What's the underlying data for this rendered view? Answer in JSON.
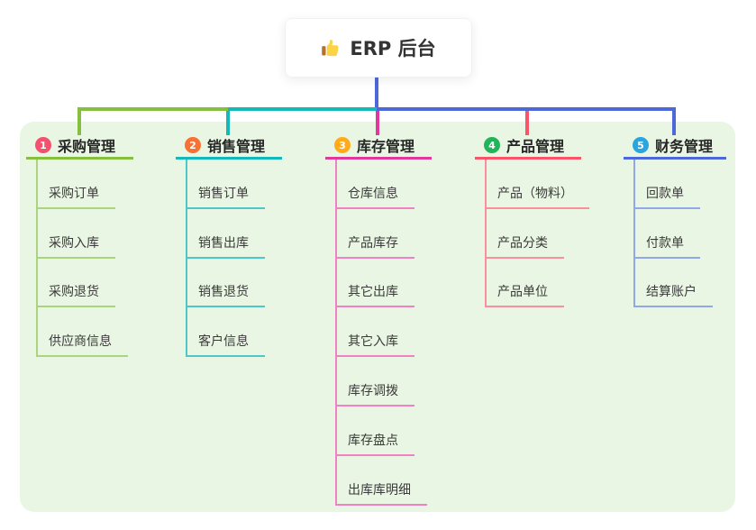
{
  "root": {
    "label": "ERP 后台",
    "icon": "thumbs-up-icon"
  },
  "colors": {
    "panel_bg": "#e9f6e3",
    "root_card_bg": "#ffffff",
    "root_connector": "#4d69d8",
    "header_text": "#262626",
    "child_text": "#3a3a3a"
  },
  "branches": [
    {
      "index": "1",
      "label": "采购管理",
      "badge_color": "#f4516f",
      "line_color": "#84bf3d",
      "child_line_color": "#abd47e",
      "children": [
        "采购订单",
        "采购入库",
        "采购退货",
        "供应商信息"
      ]
    },
    {
      "index": "2",
      "label": "销售管理",
      "badge_color": "#f77234",
      "line_color": "#14b8b8",
      "child_line_color": "#4cc8c8",
      "children": [
        "销售订单",
        "销售出库",
        "销售退货",
        "客户信息"
      ]
    },
    {
      "index": "3",
      "label": "库存管理",
      "badge_color": "#ffab1c",
      "line_color": "#df3a9b",
      "child_line_color": "#ef82c3",
      "children": [
        "仓库信息",
        "产品库存",
        "其它出库",
        "其它入库",
        "库存调拨",
        "库存盘点",
        "出库库明细"
      ]
    },
    {
      "index": "4",
      "label": "产品管理",
      "badge_color": "#23b45b",
      "line_color": "#f8556a",
      "child_line_color": "#fa8e9d",
      "children": [
        "产品（物料）",
        "产品分类",
        "产品单位"
      ]
    },
    {
      "index": "5",
      "label": "财务管理",
      "badge_color": "#2aa5dd",
      "line_color": "#4d69d8",
      "child_line_color": "#92a8e6",
      "children": [
        "回款单",
        "付款单",
        "结算账户"
      ]
    }
  ]
}
